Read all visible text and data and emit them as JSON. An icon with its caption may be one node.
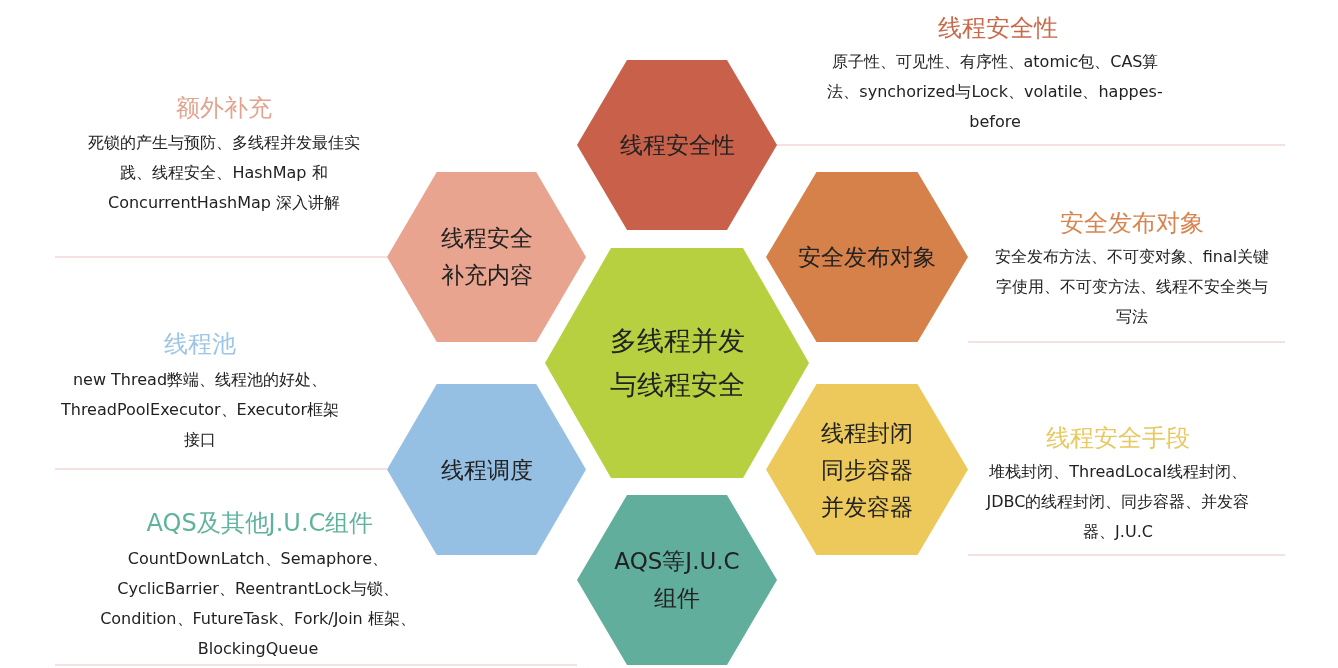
{
  "diagram": {
    "nodes": [
      {
        "text": [
          "线程安全性"
        ]
      },
      {
        "text": [
          "线程安全补充内容"
        ]
      },
      {
        "text": [
          "安全发布对象"
        ]
      },
      {
        "text": [
          "多线程并发与线程安全"
        ]
      },
      {
        "text": [
          "线程调度"
        ]
      },
      {
        "text": [
          "线程封闭同步容器并发容器"
        ]
      },
      {
        "text": [
          "AQS等J.U.C组件"
        ]
      }
    ],
    "labels": [
      "线程安全性",
      "原子性、可见性、有序性、atomic包、CAS算法、synchorized与Lock、volatile、happes-before",
      "额外补充",
      "死锁的产生与预防、多线程并发最佳实践、线程安全、HashMap 和 ConcurrentHashMap 深入讲解",
      "安全发布对象",
      "安全发布方法、不可变对象、final关键字使用、不可变方法、线程不安全类与写法",
      "线程池",
      "new Thread弊端、线程池的好处、ThreadPoolExecutor、Executor框架接口",
      "线程安全手段",
      "堆栈封闭、ThreadLocal线程封闭、JDBC的线程封闭、同步容器、并发容器、J.U.C",
      "AQS及其他J.U.C组件",
      "CountDownLatch、Semaphore、CyclicBarrier、ReentrantLock与锁、Condition、FutureTask、Fork/Join 框架、BlockingQueue"
    ]
  }
}
